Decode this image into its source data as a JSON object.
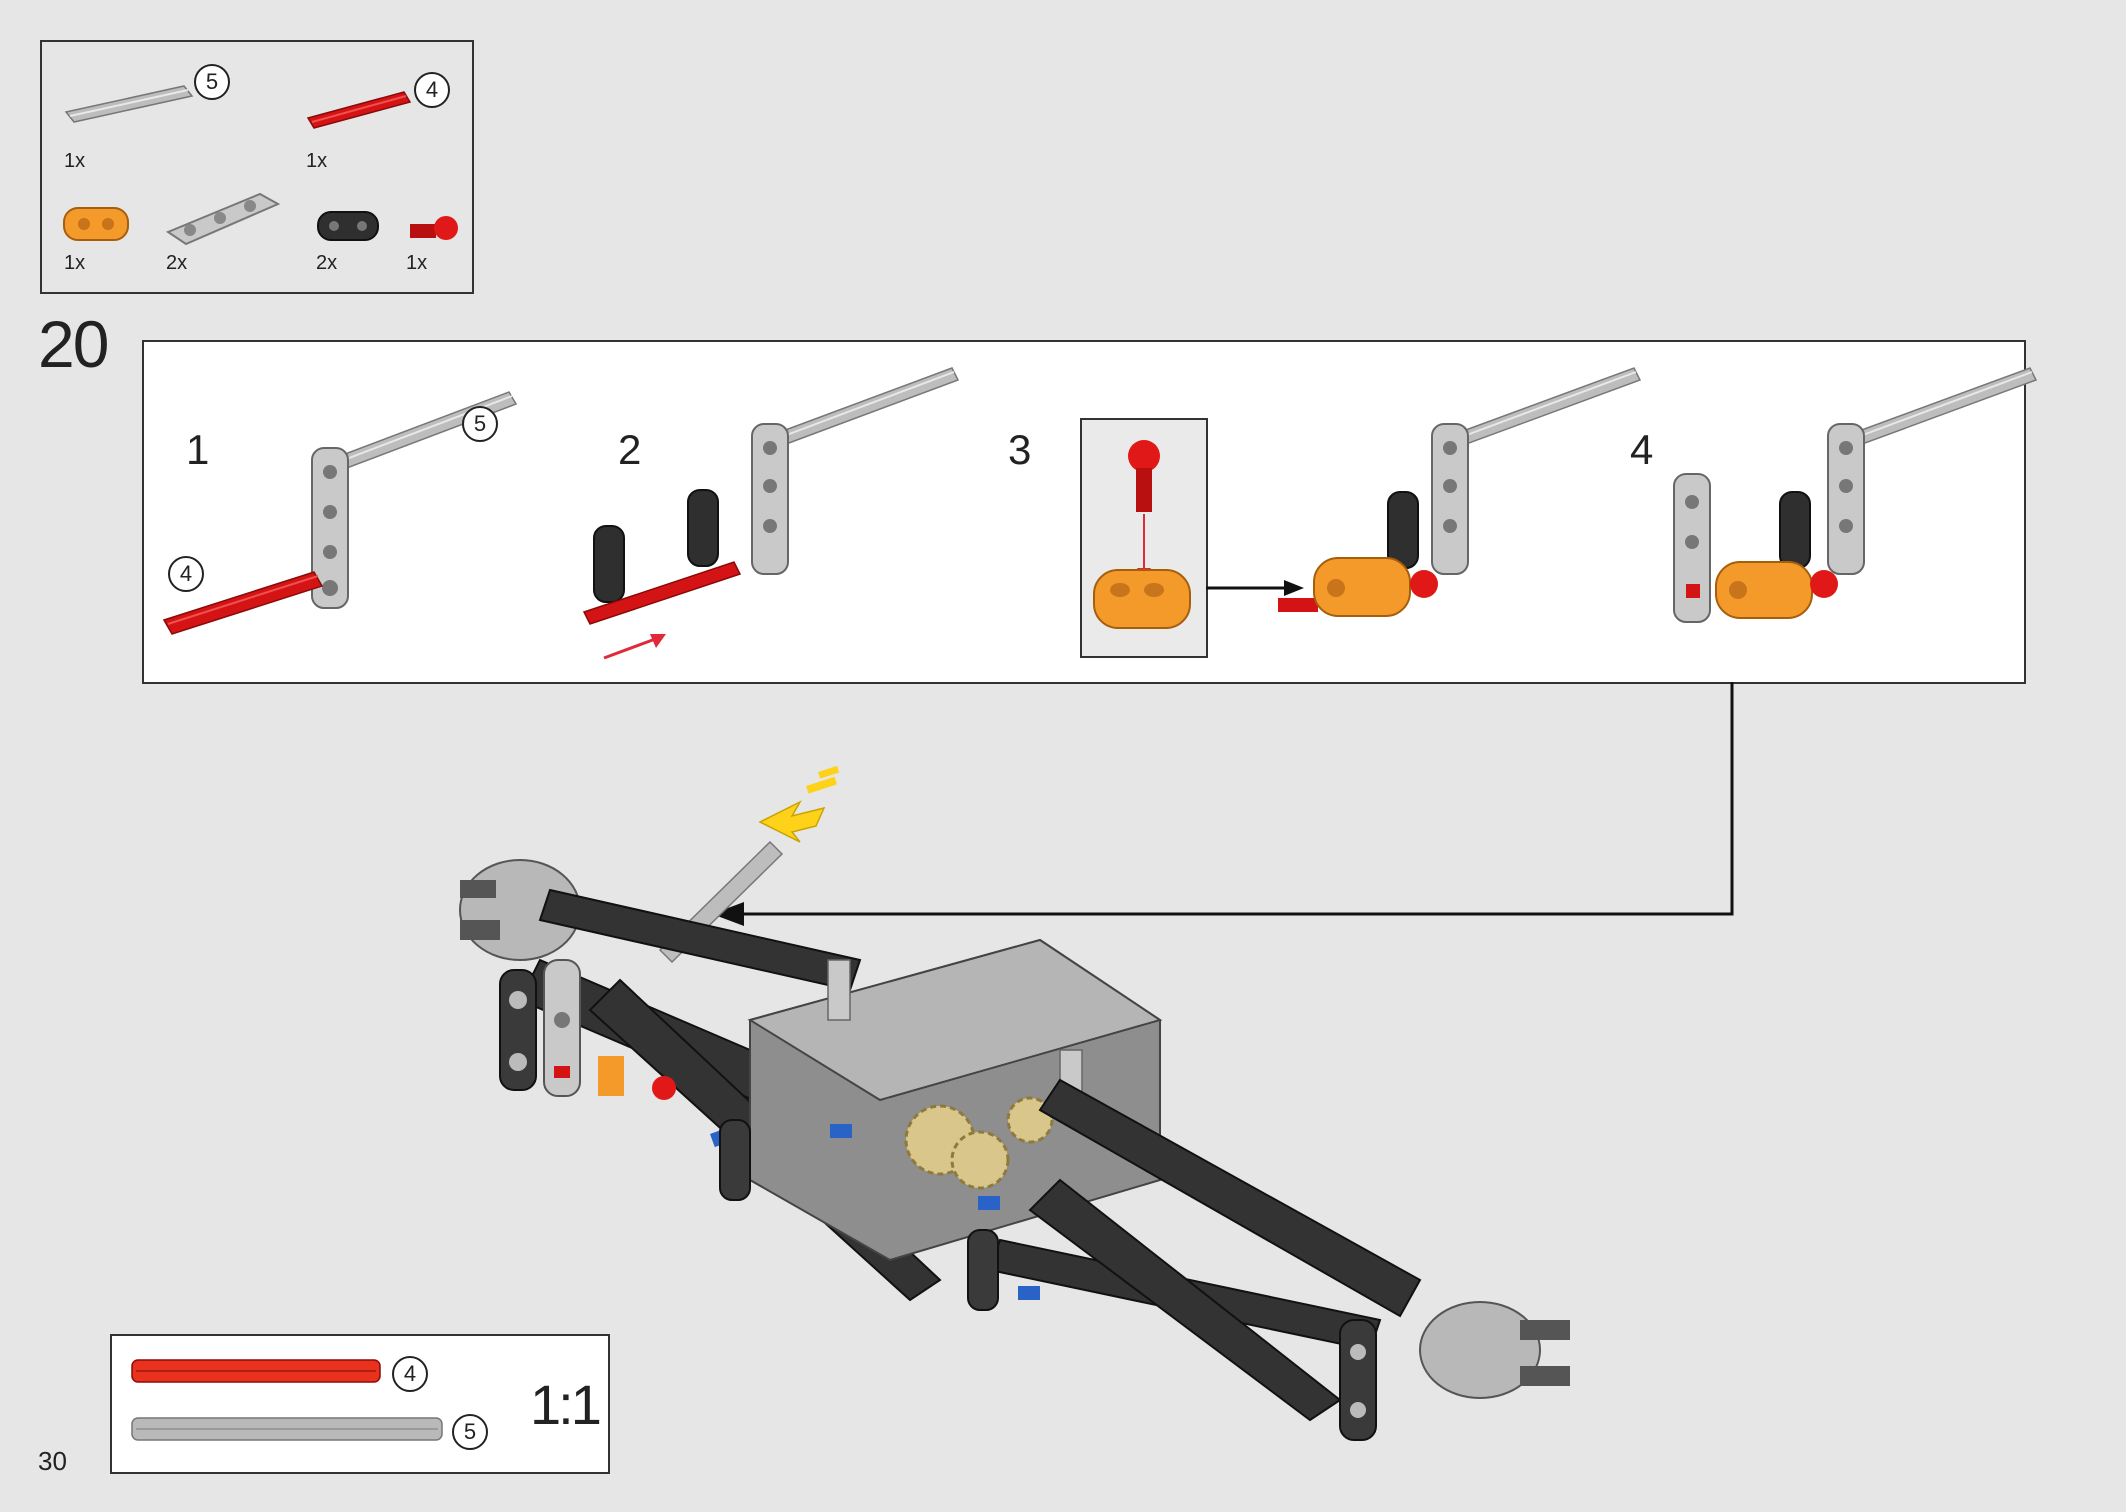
{
  "page": {
    "page_number": "30",
    "step_number": "20"
  },
  "parts_list": {
    "items": [
      {
        "icon": "gray-axle-5-icon",
        "qty": "1x",
        "length": "5"
      },
      {
        "icon": "red-axle-4-icon",
        "qty": "1x",
        "length": "4"
      },
      {
        "icon": "orange-liftarm-icon",
        "qty": "1x"
      },
      {
        "icon": "gray-liftarm-icon",
        "qty": "2x"
      },
      {
        "icon": "black-liftarm-icon",
        "qty": "2x"
      },
      {
        "icon": "red-ball-pin-icon",
        "qty": "1x"
      }
    ]
  },
  "substeps": [
    {
      "label": "1",
      "callouts": [
        "5",
        "4"
      ]
    },
    {
      "label": "2"
    },
    {
      "label": "3"
    },
    {
      "label": "4"
    }
  ],
  "scale_box": {
    "ratio": "1:1",
    "items": [
      {
        "length": "4",
        "color": "#e8321e"
      },
      {
        "length": "5",
        "color": "#b9b9b9"
      }
    ]
  },
  "colors": {
    "background": "#e6e6e6",
    "panel": "#ffffff",
    "red_part": "#d41414",
    "gray_part": "#bcbcbc",
    "orange_part": "#f39a2a",
    "black_part": "#2f2f2f",
    "blue_pin": "#2a63c8",
    "arrow_red": "#e02a3a",
    "arrow_yellow": "#ffd21a"
  }
}
